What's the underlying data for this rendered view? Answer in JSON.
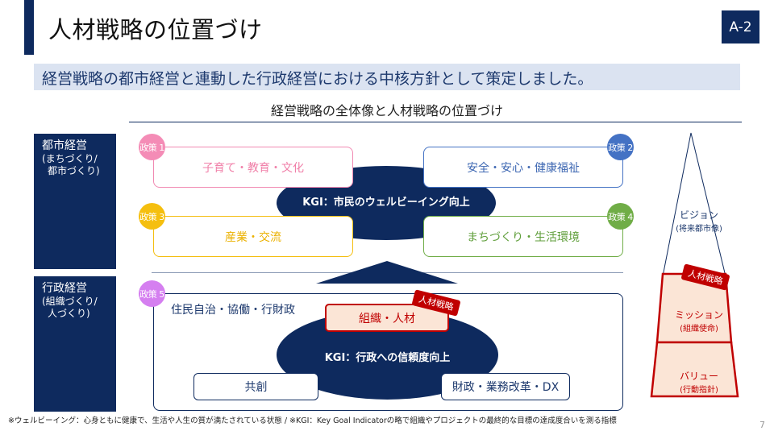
{
  "header": {
    "title": "人材戦略の位置づけ",
    "page_code": "A-2"
  },
  "subtitle": "経営戦略の都市経営と連動した行政経営における中核方針として策定しました。",
  "diagram": {
    "title": "経営戦略の全体像と人材戦略の位置づけ",
    "sections": [
      {
        "main": "都市経営",
        "sub1": "(まちづくり/",
        "sub2": "都市づくり)"
      },
      {
        "main": "行政経営",
        "sub1": "(組織づくり/",
        "sub2": "人づくり)"
      }
    ],
    "policies": [
      {
        "badge": "政策 1",
        "label": "子育て・教育・文化",
        "color": "#f48cb6"
      },
      {
        "badge": "政策 2",
        "label": "安全・安心・健康福祉",
        "color": "#4472c4"
      },
      {
        "badge": "政策 3",
        "label": "産業・交流",
        "color": "#f5bf0f"
      },
      {
        "badge": "政策 4",
        "label": "まちづくり・生活環境",
        "color": "#70ad47"
      },
      {
        "badge": "政策 5",
        "label": "住民自治・協働・行財政",
        "color": "#d57ff0"
      }
    ],
    "kgi_city": "KGI：市民のウェルビーイング向上",
    "kgi_admin": "KGI：行政への信頼度向上",
    "org_hr": "組織・人材",
    "hr_tag": "人材戦略",
    "co_creation": "共創",
    "finance_dx": "財政・業務改革・DX",
    "pyramid": {
      "vision": {
        "main": "ビジョン",
        "sub": "(将来都市像)"
      },
      "mission": {
        "main": "ミッション",
        "sub": "(組織使命)"
      },
      "value": {
        "main": "バリュー",
        "sub": "(行動指針)"
      },
      "tag": "人材戦略"
    }
  },
  "footnote": "※ウェルビーイング：心身ともに健康で、生活や人生の質が満たされている状態 /  ※KGI：Key Goal Indicatorの略で組織やプロジェクトの最終的な目標の達成度合いを測る指標",
  "page_number": "7",
  "colors": {
    "navy": "#0e2a5e",
    "accent_red": "#c00000",
    "band": "#dbe3f1",
    "hr_fill": "#fbe5d6"
  }
}
